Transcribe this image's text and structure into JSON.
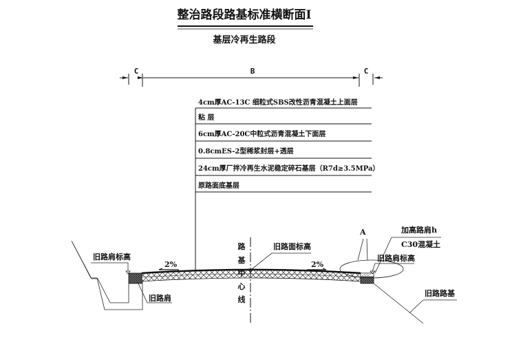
{
  "drawing": {
    "title": "整治路段路基标准横断面Ⅰ",
    "subtitle": "基层冷再生路段"
  },
  "dimensions": {
    "left": "C",
    "center": "B",
    "right": "C"
  },
  "layers": [
    {
      "label": "4cm厚AC-13C 细粒式SBS改性沥青混凝土上面层"
    },
    {
      "label": "粘  层"
    },
    {
      "label": "6cm厚AC-20C中粒式沥青混凝土下面层"
    },
    {
      "label": "0.8cmES-2型稀浆封层+透层"
    },
    {
      "label": "24cm厚厂拌冷再生水泥稳定碎石基层（R7d≥3.5MPa）"
    },
    {
      "label": "原路面底基层"
    }
  ],
  "annotations": {
    "left_shoulder_elev": "旧路肩标高",
    "left_shoulder": "旧路肩",
    "left_slope": "2%",
    "centerline": [
      "路",
      "基",
      "中",
      "心",
      "线"
    ],
    "old_surface_elev": "旧路面标高",
    "right_slope": "2%",
    "detail_marker": "A",
    "raised_shoulder": "加高路肩h",
    "c30_concrete": "C30混凝土",
    "right_shoulder_elev": "旧路肩标高",
    "old_subgrade": "旧路路基"
  }
}
